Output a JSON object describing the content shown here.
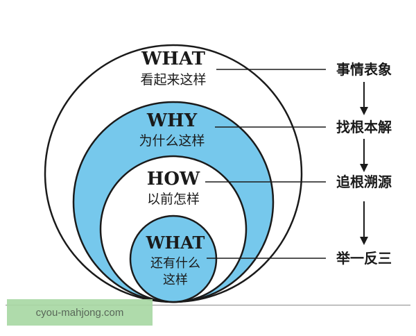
{
  "colors": {
    "blue_fill": "#76c8ec",
    "white_fill": "#ffffff",
    "stroke": "#1a1a1a"
  },
  "rings": [
    {
      "title": "WHAT",
      "subtitle": "看起来这样"
    },
    {
      "title": "WHY",
      "subtitle": "为什么这样"
    },
    {
      "title": "HOW",
      "subtitle": "以前怎样"
    },
    {
      "title": "WHAT",
      "subtitle_line1": "还有什么",
      "subtitle_line2": "这样"
    }
  ],
  "steps": [
    "事情表象",
    "找根本解",
    "追根溯源",
    "举一反三"
  ],
  "watermark": "cyou-mahjong.com"
}
